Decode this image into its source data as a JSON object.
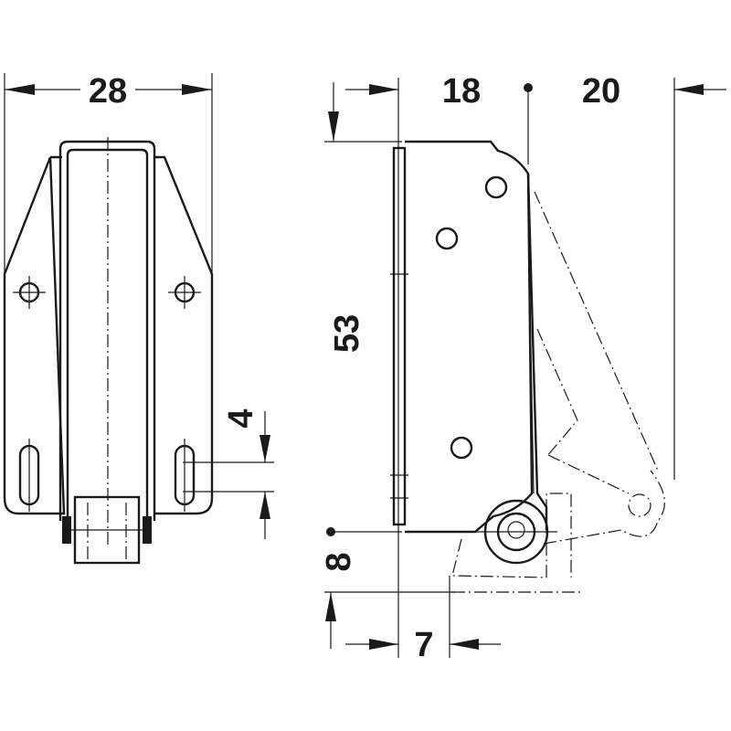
{
  "drawing": {
    "front_view": {
      "width_label": "28",
      "slot_offset_label": "4"
    },
    "side_view": {
      "depth_label": "18",
      "swing_label": "20",
      "height_label": "53",
      "bottom_offset_label": "8",
      "roller_offset_label": "7"
    }
  },
  "colors": {
    "line": "#1a1a1a",
    "background": "#ffffff"
  }
}
